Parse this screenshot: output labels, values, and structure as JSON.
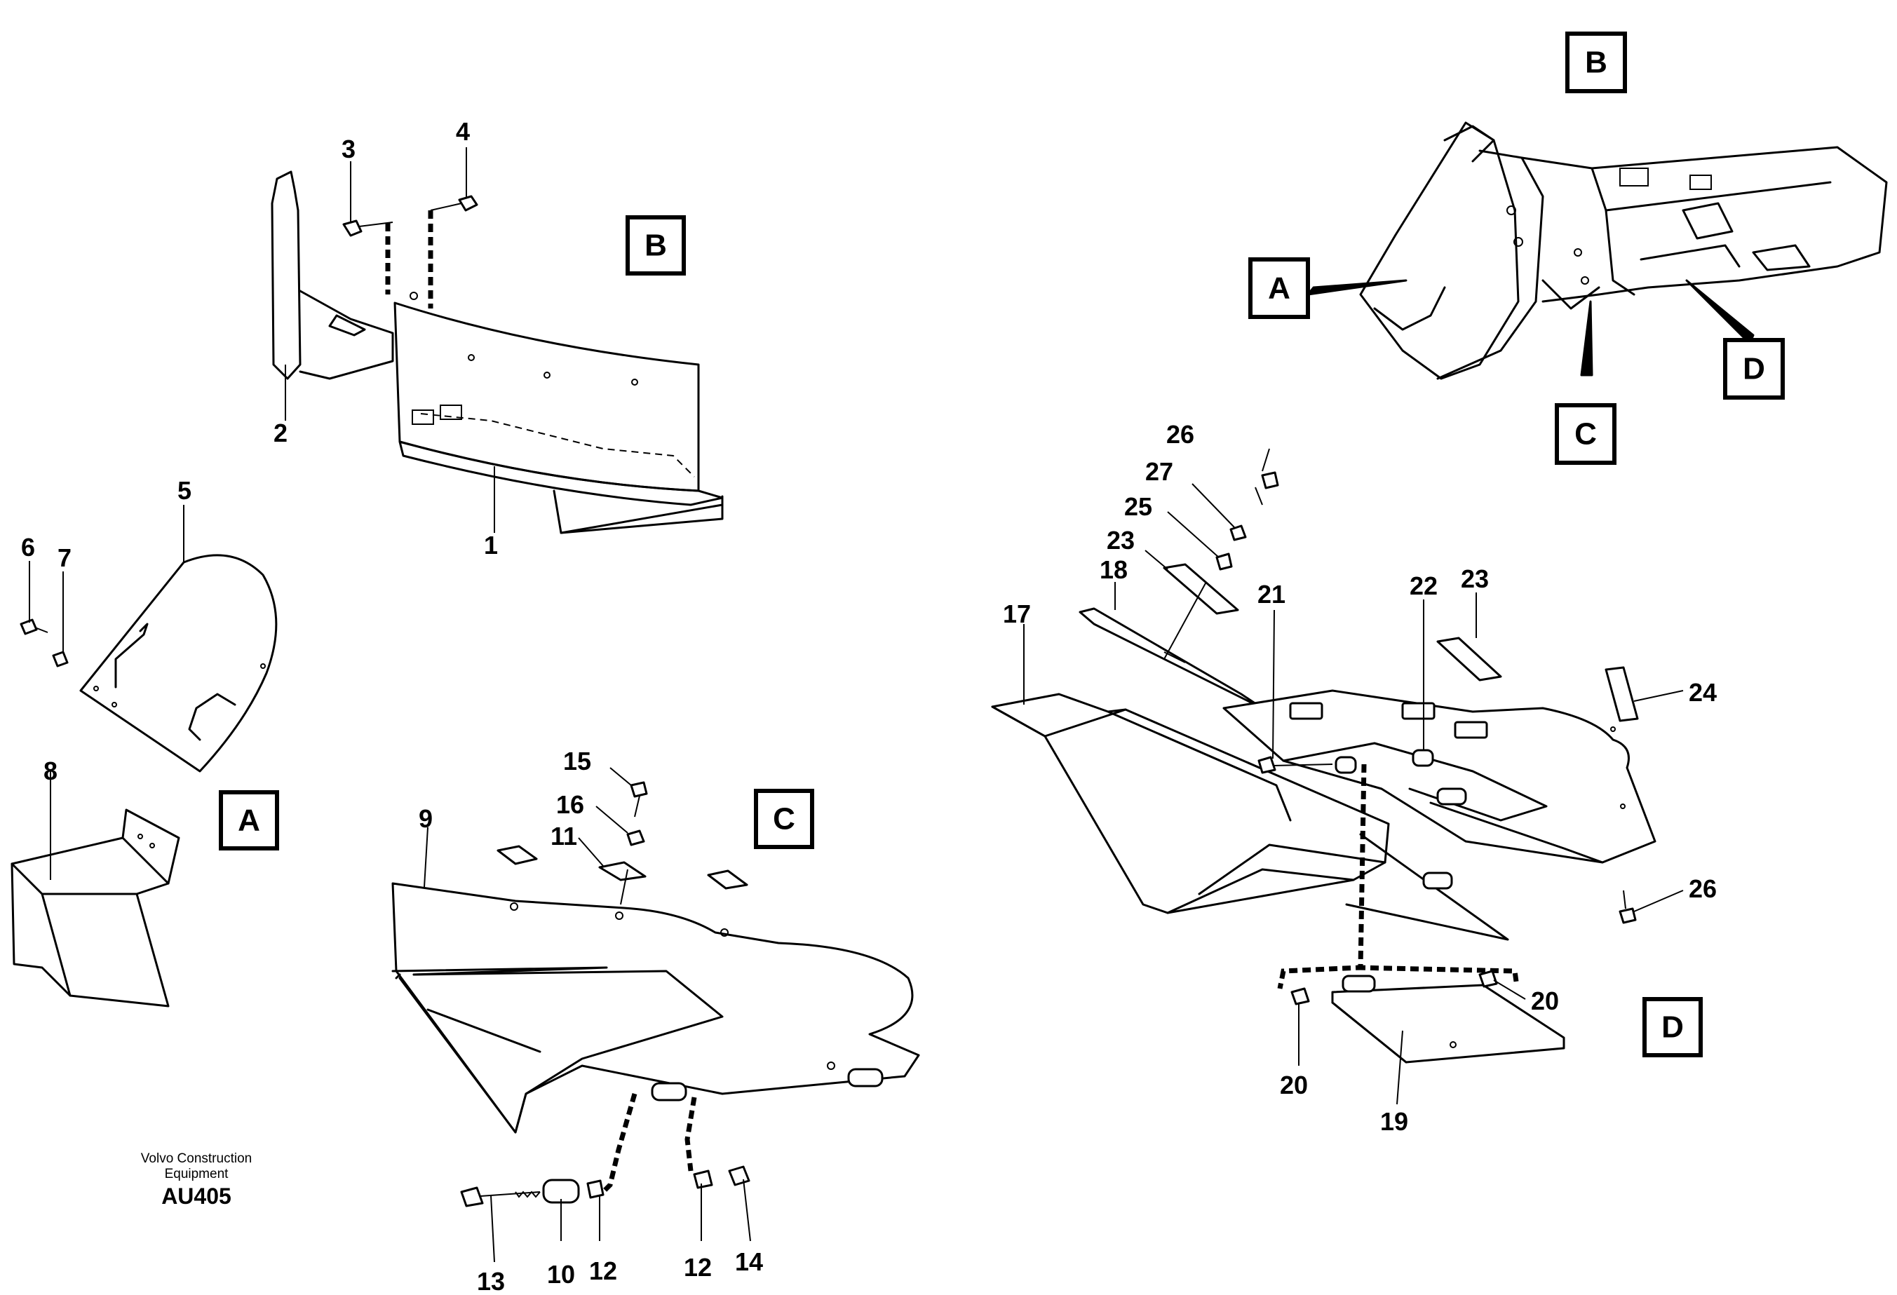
{
  "views": {
    "view_b_top": "B",
    "view_b_detail": "B",
    "view_a_detail": "A",
    "view_c_detail": "C",
    "view_d_detail": "D",
    "locator_a": "A",
    "locator_c": "C",
    "locator_d": "D"
  },
  "labels": {
    "p1": "1",
    "p2": "2",
    "p3": "3",
    "p4": "4",
    "p5": "5",
    "p6": "6",
    "p7": "7",
    "p8": "8",
    "p9": "9",
    "p10": "10",
    "p11": "11",
    "p12a": "12",
    "p12b": "12",
    "p13": "13",
    "p14": "14",
    "p15": "15",
    "p16": "16",
    "p17": "17",
    "p18": "18",
    "p19": "19",
    "p20a": "20",
    "p20b": "20",
    "p21": "21",
    "p22": "22",
    "p23a": "23",
    "p23b": "23",
    "p24": "24",
    "p25": "25",
    "p26a": "26",
    "p26b": "26",
    "p27": "27"
  },
  "credit": {
    "line1": "Volvo Construction",
    "line2": "Equipment",
    "code": "AU405"
  }
}
